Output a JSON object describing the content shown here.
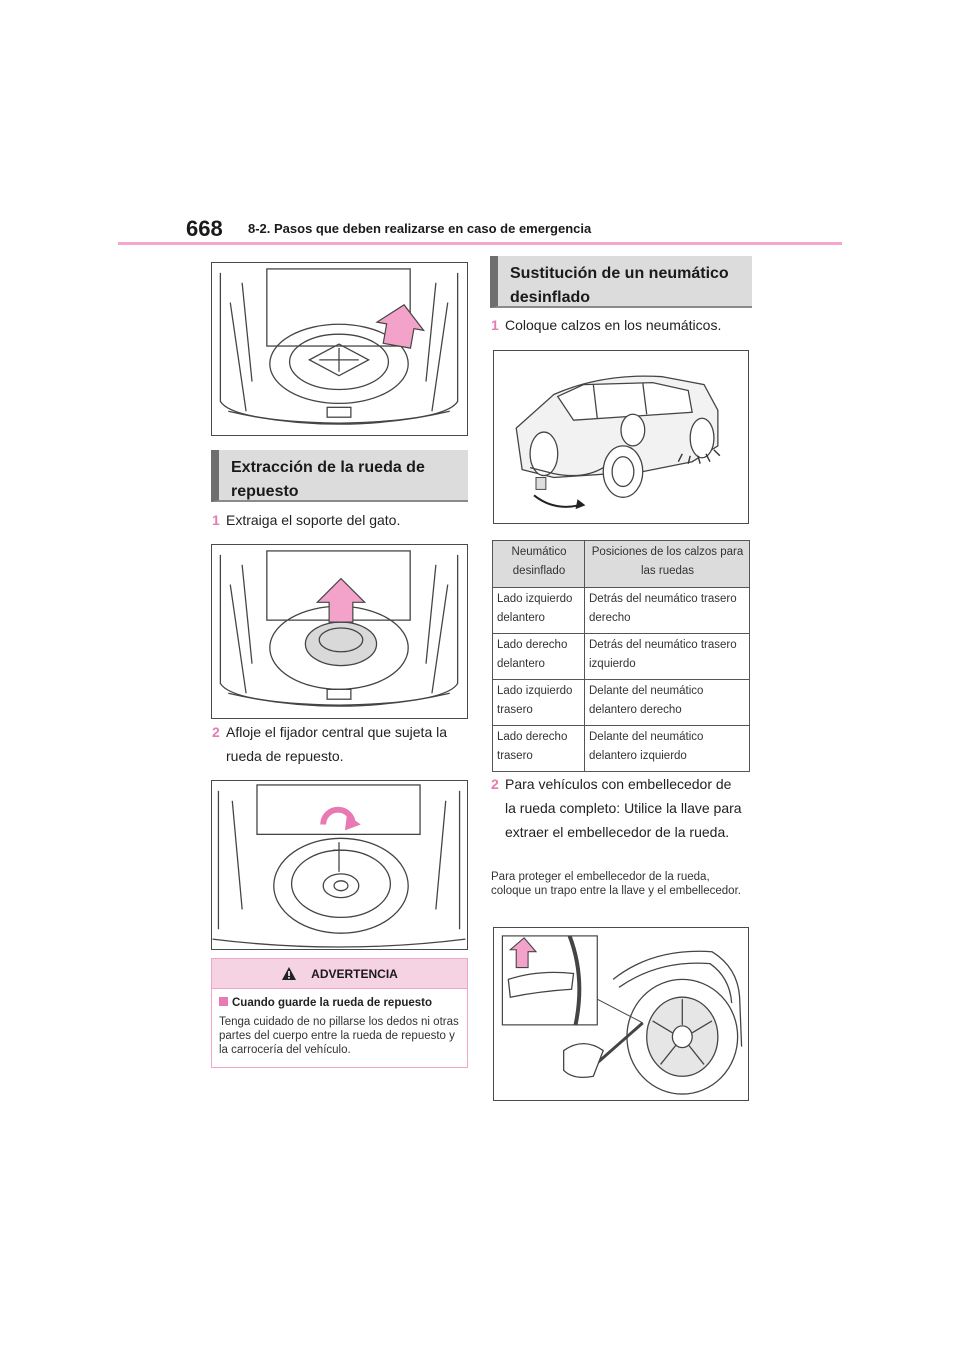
{
  "header": {
    "page_number": "668",
    "chapter_title": "8-2. Pasos que deben realizarse en caso de emergencia"
  },
  "left": {
    "section_title": "Extracción de la rueda de repuesto",
    "step1": {
      "num": "1",
      "text": "Extraiga el soporte del gato."
    },
    "step2": {
      "num": "2",
      "text": "Afloje el fijador central que sujeta la rueda de repuesto."
    },
    "warning": {
      "title": "ADVERTENCIA",
      "subtitle": "Cuando guarde la rueda de repuesto",
      "body": "Tenga cuidado de no pillarse los dedos ni otras partes del cuerpo entre la rueda de repuesto y la carrocería del vehículo."
    }
  },
  "right": {
    "section_title": "Sustitución de un neumático desinflado",
    "step1": {
      "num": "1",
      "text": "Coloque calzos en los neumáticos."
    },
    "table": {
      "headers": [
        "Neumático desinflado",
        "Posiciones de los calzos para las ruedas"
      ],
      "rows": [
        [
          "Lado izquierdo delantero",
          "Detrás del neumático trasero derecho"
        ],
        [
          "Lado derecho delantero",
          "Detrás del neumático trasero izquierdo"
        ],
        [
          "Lado izquierdo trasero",
          "Delante del neumático delantero derecho"
        ],
        [
          "Lado derecho trasero",
          "Delante del neumático delantero izquierdo"
        ]
      ]
    },
    "step2": {
      "num": "2",
      "text": "Para vehículos con embellecedor de la rueda completo: Utilice la llave para extraer el embellecedor de la rueda."
    },
    "note": "Para proteger el embellecedor de la rueda, coloque un trapo entre la llave y el embellecedor."
  },
  "colors": {
    "accent_pink": "#e879b3",
    "header_rule": "#f4a6cf",
    "section_gray": "#dcdcdc"
  }
}
